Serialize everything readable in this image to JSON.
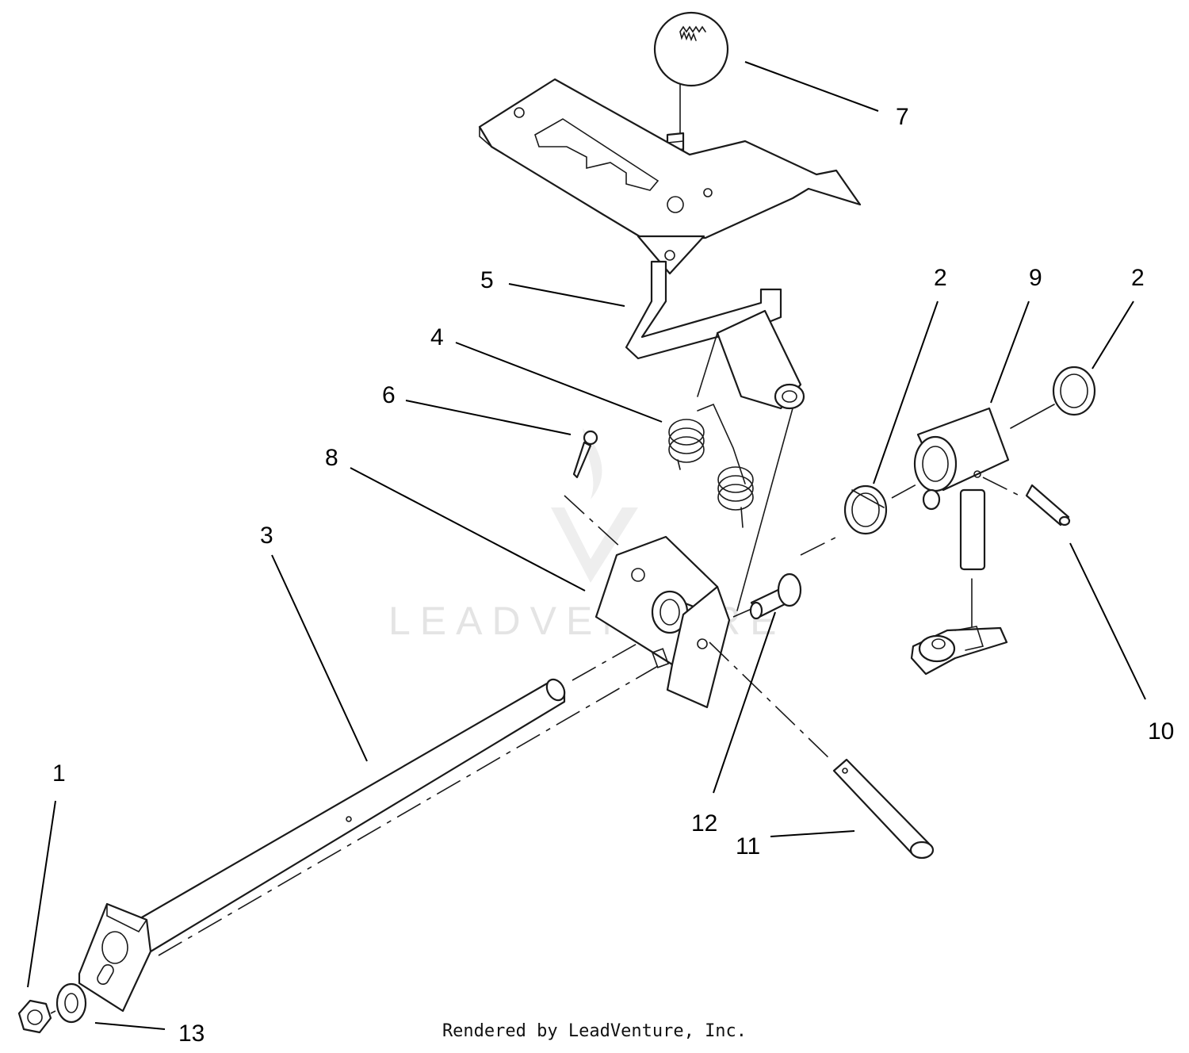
{
  "diagram": {
    "callouts": [
      {
        "id": "1",
        "label": "1"
      },
      {
        "id": "2a",
        "label": "2"
      },
      {
        "id": "2b",
        "label": "2"
      },
      {
        "id": "3",
        "label": "3"
      },
      {
        "id": "4",
        "label": "4"
      },
      {
        "id": "5",
        "label": "5"
      },
      {
        "id": "6",
        "label": "6"
      },
      {
        "id": "7",
        "label": "7"
      },
      {
        "id": "8",
        "label": "8"
      },
      {
        "id": "9",
        "label": "9"
      },
      {
        "id": "10",
        "label": "10"
      },
      {
        "id": "11",
        "label": "11"
      },
      {
        "id": "12",
        "label": "12"
      },
      {
        "id": "13",
        "label": "13"
      }
    ],
    "watermark": "LEADVENTURE",
    "footer": "Rendered by LeadVenture, Inc."
  }
}
